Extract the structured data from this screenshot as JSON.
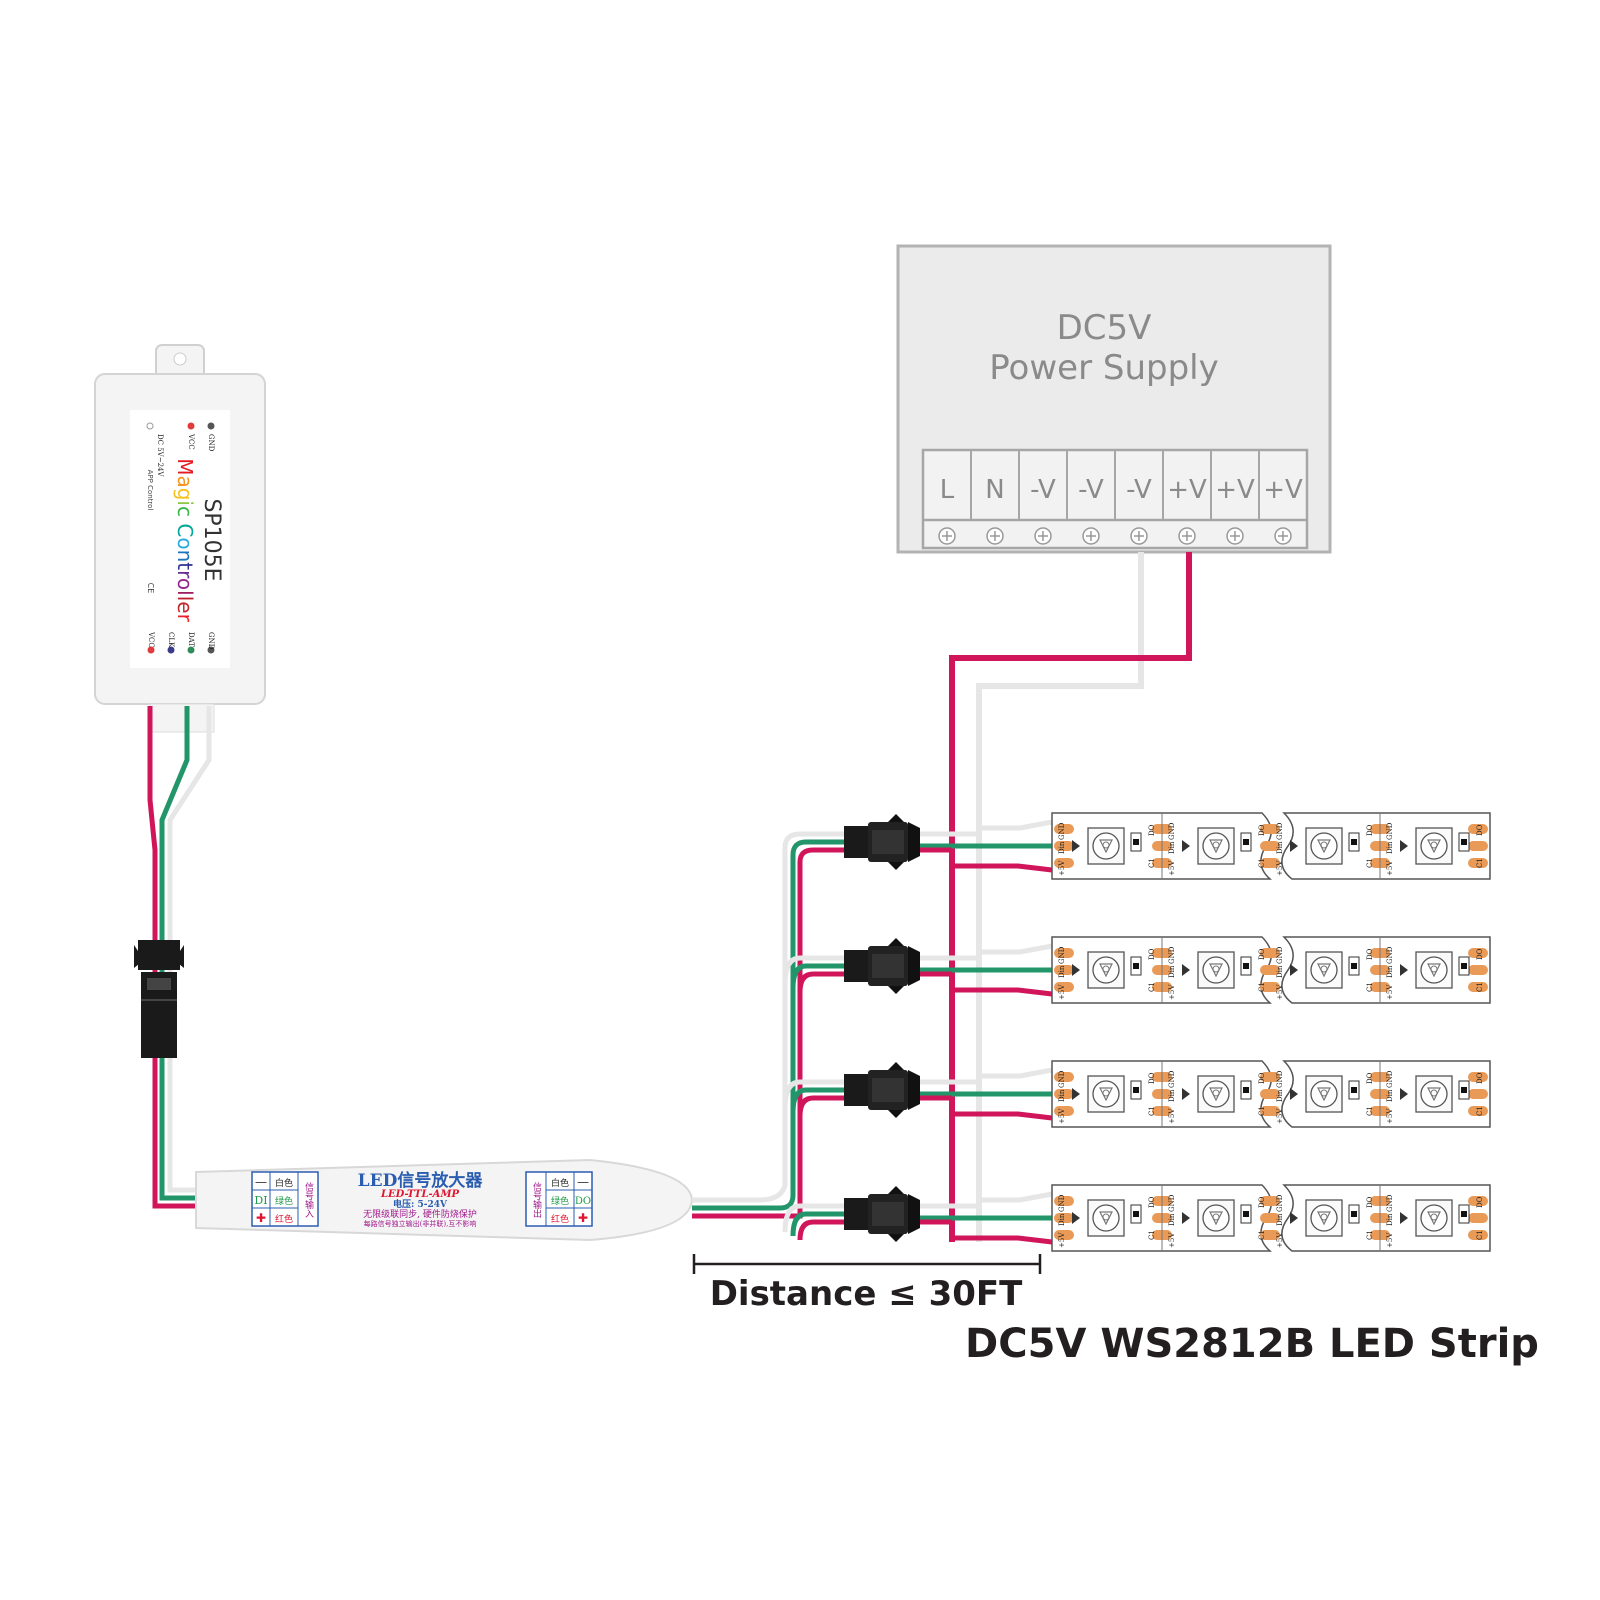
{
  "power_supply": {
    "line1": "DC5V",
    "line2": "Power Supply",
    "terminals": [
      "L",
      "N",
      "-V",
      "-V",
      "-V",
      "+V",
      "+V",
      "+V"
    ]
  },
  "controller": {
    "model": "SP105E",
    "name_parts": [
      {
        "text": "M",
        "color": "#e31b23"
      },
      {
        "text": "a",
        "color": "#f7941d"
      },
      {
        "text": "g",
        "color": "#f7c21d"
      },
      {
        "text": "i",
        "color": "#8dc63f"
      },
      {
        "text": "c ",
        "color": "#39b54a"
      },
      {
        "text": "C",
        "color": "#00a79d"
      },
      {
        "text": "o",
        "color": "#27aae1"
      },
      {
        "text": "n",
        "color": "#1c75bc"
      },
      {
        "text": "t",
        "color": "#2e3192"
      },
      {
        "text": "r",
        "color": "#662d91"
      },
      {
        "text": "o",
        "color": "#92278f"
      },
      {
        "text": "l",
        "color": "#9e1f63"
      },
      {
        "text": "l",
        "color": "#be1e2d"
      },
      {
        "text": "e",
        "color": "#c1272d"
      },
      {
        "text": "r",
        "color": "#ed1c24"
      }
    ],
    "input_pins": [
      "GND",
      "VCC",
      "DC 5V~24V"
    ],
    "output_pins": [
      "GND",
      "DAT",
      "CLK",
      "VCC"
    ],
    "app_text": "APP Control",
    "cert_text": "CE"
  },
  "amplifier": {
    "title": "LED信号放大器",
    "subtitle": "LED-TTL-AMP",
    "voltage": "电压: 5-24V",
    "line1": "无限级联同步, 硬件防烧保护",
    "line2": "每路信号独立输出(非并联),互不影响",
    "left_table": {
      "rows": [
        "白色",
        "绿色",
        "红色"
      ],
      "symbols": [
        "—",
        "DI",
        "✚"
      ],
      "side": "信号输入"
    },
    "right_table": {
      "rows": [
        "白色",
        "绿色",
        "红色"
      ],
      "symbols": [
        "—",
        "DO",
        "✚"
      ],
      "side": "信号输出"
    }
  },
  "strip_labels": {
    "gnd": "GND",
    "din": "Din",
    "do": "DO",
    "v5": "+5V",
    "c1": "C1"
  },
  "distance_label": "Distance ≤ 30FT",
  "strip_title": "DC5V WS2812B LED Strip",
  "colors": {
    "red_wire": "#d0155b",
    "green_wire": "#22966a",
    "white_wire": "#e6e6e6",
    "pad_orange": "#e99a57",
    "psu_border": "#b3b3b3"
  }
}
